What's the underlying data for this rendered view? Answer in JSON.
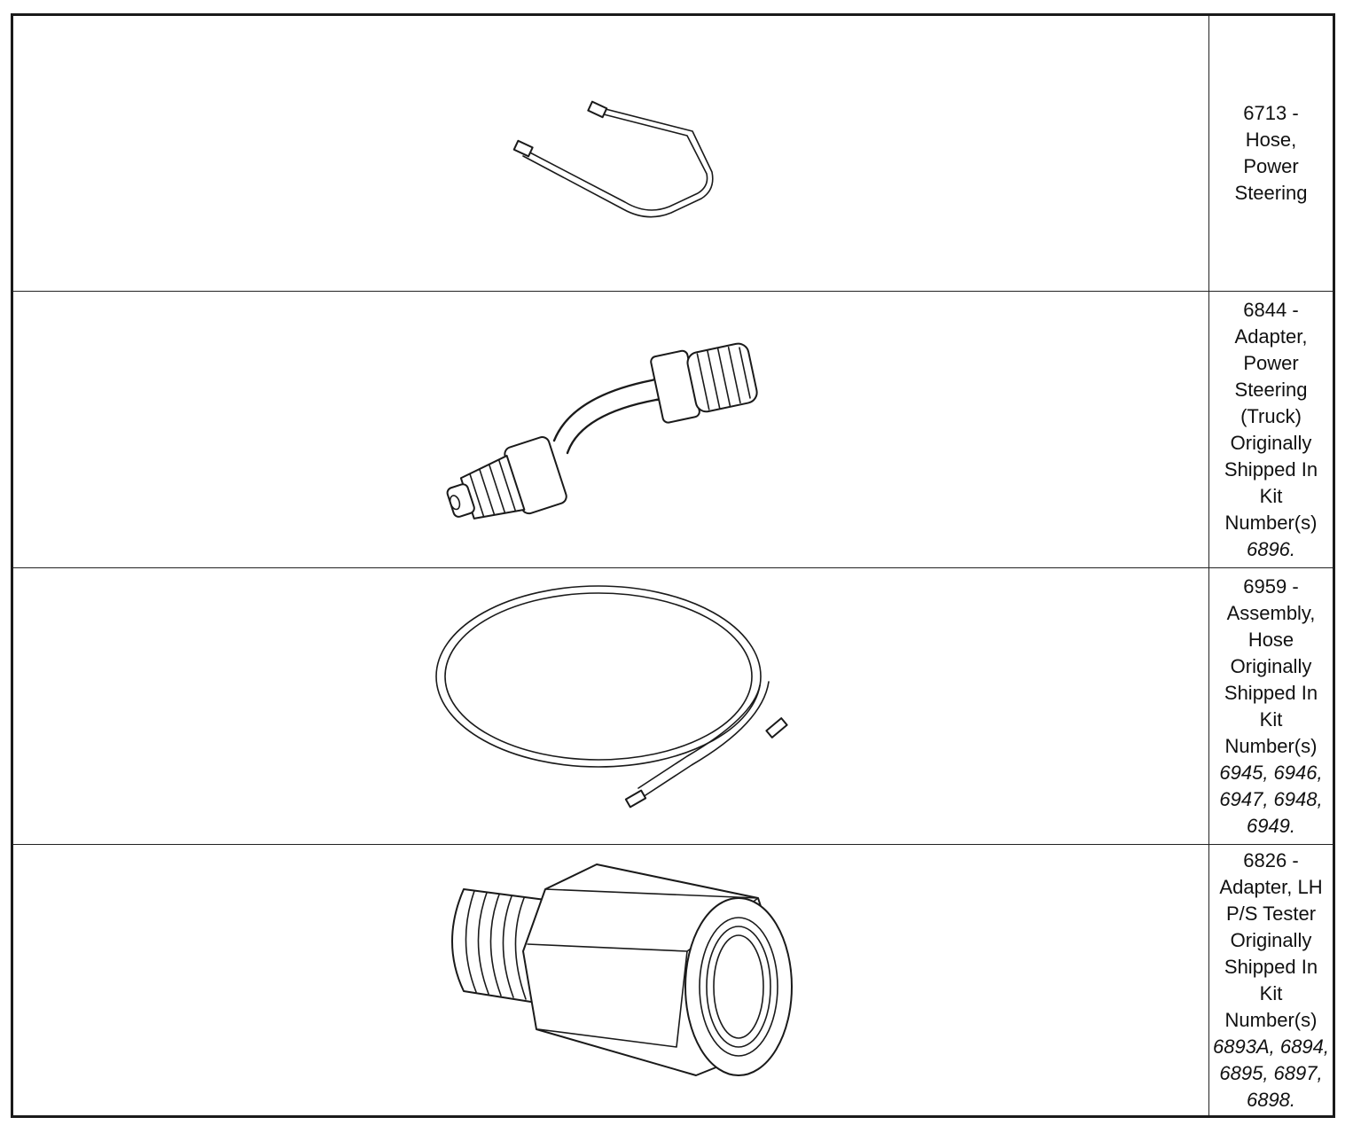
{
  "items": [
    {
      "part_number": "6713",
      "description_lines": [
        "6713 -",
        "Hose,",
        "Power",
        "Steering"
      ],
      "kit_numbers": "",
      "icon": "power-steering-hose-illustration"
    },
    {
      "part_number": "6844",
      "description_lines": [
        "6844 -",
        "Adapter,",
        "Power",
        "Steering",
        "(Truck)",
        "Originally",
        "Shipped In",
        "Kit",
        "Number(s)"
      ],
      "kit_numbers": "6896.",
      "icon": "power-steering-adapter-illustration"
    },
    {
      "part_number": "6959",
      "description_lines": [
        "6959 -",
        "Assembly,",
        "Hose",
        "Originally",
        "Shipped In",
        "Kit",
        "Number(s)"
      ],
      "kit_numbers": "6945, 6946, 6947, 6948, 6949.",
      "icon": "hose-assembly-illustration"
    },
    {
      "part_number": "6826",
      "description_lines": [
        "6826 -",
        "Adapter, LH",
        "P/S Tester",
        "Originally",
        "Shipped In",
        "Kit",
        "Number(s)"
      ],
      "kit_numbers": "6893A, 6894, 6895, 6897, 6898.",
      "icon": "lh-ps-tester-adapter-illustration"
    }
  ]
}
